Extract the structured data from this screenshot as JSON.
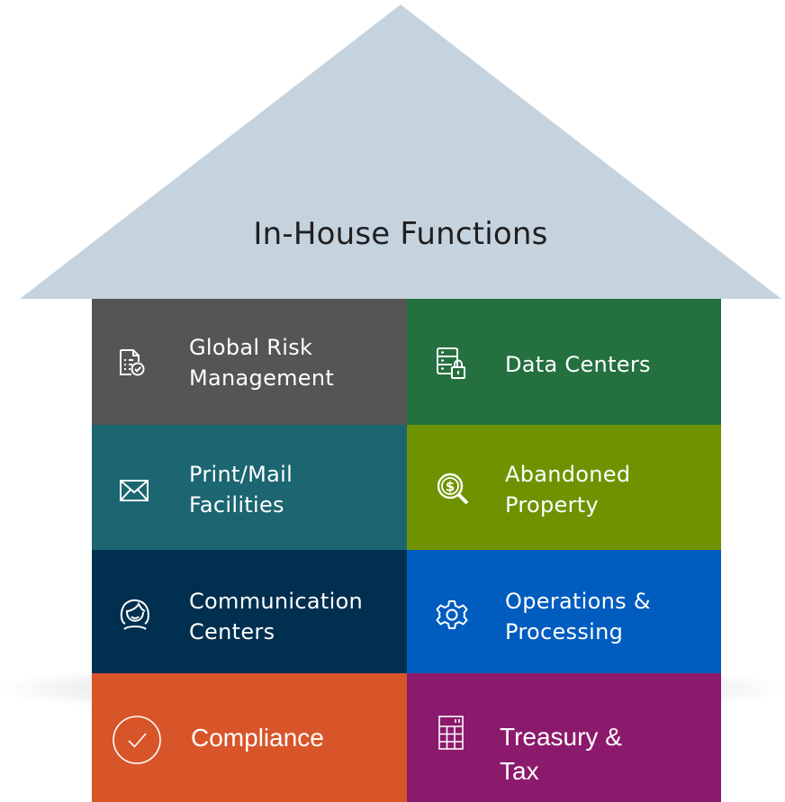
{
  "roof": {
    "title": "In-House Functions",
    "color": "#c5d3df"
  },
  "blocks": [
    {
      "label": "Global Risk Management",
      "icon": "document-checklist-icon",
      "color": "#555555"
    },
    {
      "label": "Data Centers",
      "icon": "server-lock-icon",
      "color": "#24703f"
    },
    {
      "label": "Print/Mail Facilities",
      "icon": "envelope-icon",
      "color": "#1b6670"
    },
    {
      "label": "Abandoned Property",
      "icon": "dollar-search-icon",
      "color": "#6f9300"
    },
    {
      "label": "Communication Centers",
      "icon": "person-headset-icon",
      "color": "#012f4f"
    },
    {
      "label": "Operations & Processing",
      "icon": "gear-icon",
      "color": "#015cbf"
    },
    {
      "label": "Compliance",
      "icon": "check-circle-icon",
      "color": "#d8552a"
    },
    {
      "label": "Treasury & Tax",
      "icon": "calculator-icon",
      "color": "#8c1a6c"
    }
  ]
}
